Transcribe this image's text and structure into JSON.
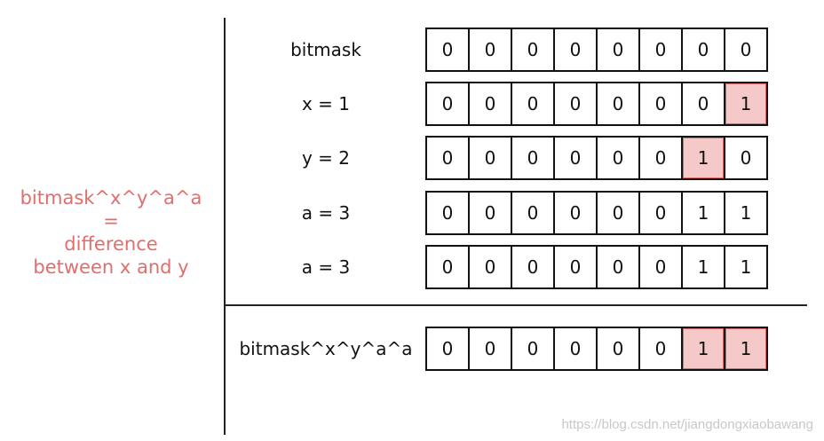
{
  "side_note": {
    "lines": [
      "bitmask^x^y^a^a",
      "=",
      "difference",
      "between x and y"
    ]
  },
  "rows": [
    {
      "label": "bitmask",
      "bits": [
        "0",
        "0",
        "0",
        "0",
        "0",
        "0",
        "0",
        "0"
      ],
      "highlight": []
    },
    {
      "label": "x = 1",
      "bits": [
        "0",
        "0",
        "0",
        "0",
        "0",
        "0",
        "0",
        "1"
      ],
      "highlight": [
        7
      ]
    },
    {
      "label": "y = 2",
      "bits": [
        "0",
        "0",
        "0",
        "0",
        "0",
        "0",
        "1",
        "0"
      ],
      "highlight": [
        6
      ]
    },
    {
      "label": "a = 3",
      "bits": [
        "0",
        "0",
        "0",
        "0",
        "0",
        "0",
        "1",
        "1"
      ],
      "highlight": []
    },
    {
      "label": "a = 3",
      "bits": [
        "0",
        "0",
        "0",
        "0",
        "0",
        "0",
        "1",
        "1"
      ],
      "highlight": []
    }
  ],
  "result": {
    "label": "bitmask^x^y^a^a",
    "bits": [
      "0",
      "0",
      "0",
      "0",
      "0",
      "0",
      "1",
      "1"
    ],
    "highlight": [
      6,
      7
    ]
  },
  "watermark": "https://blog.csdn.net/jiangdongxiaobawang",
  "colors": {
    "accent_text": "#e26d6d",
    "highlight_fill": "#f6c9c9",
    "highlight_border": "#d86a6a"
  }
}
